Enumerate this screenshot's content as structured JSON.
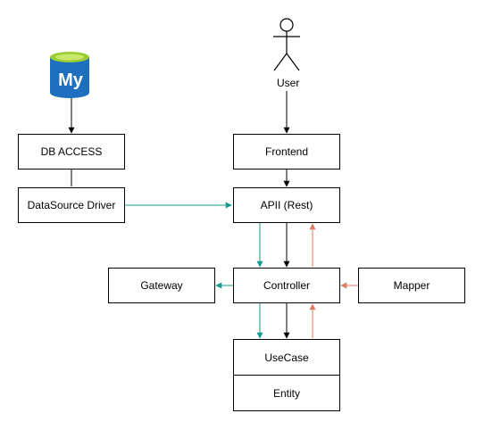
{
  "colors": {
    "line": "#000000",
    "teal": "#159a8c",
    "orange": "#e07a5f",
    "mysql_blue": "#1f6fbf",
    "mysql_green": "#9acd32"
  },
  "icons": {
    "database": "mysql-database-icon",
    "user": "stick-figure-actor-icon"
  },
  "nodes": {
    "db_access": "DB ACCESS",
    "datasource_driver": "DataSource Driver",
    "frontend": "Frontend",
    "api_rest": "APII (Rest)",
    "gateway": "Gateway",
    "controller": "Controller",
    "mapper": "Mapper",
    "usecase": "UseCase",
    "entity": "Entity"
  },
  "actor": {
    "label": "User"
  },
  "db_icon": {
    "text": "My"
  }
}
